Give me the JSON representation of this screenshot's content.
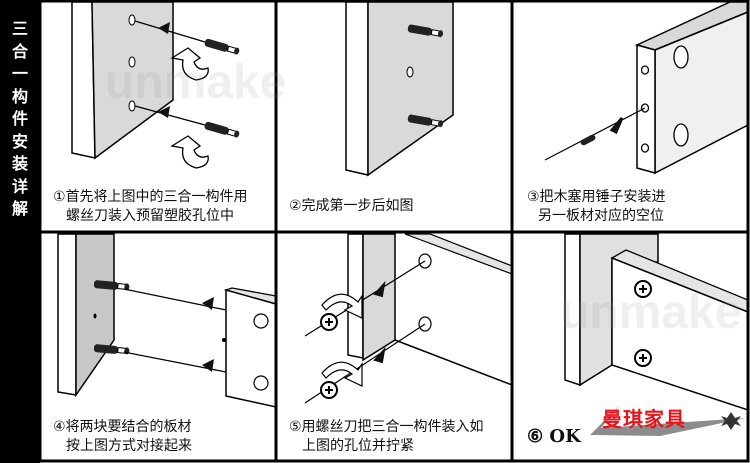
{
  "sidebar": {
    "title_chars": [
      "三",
      "合",
      "一",
      "构",
      "件",
      "安",
      "装",
      "详",
      "解"
    ]
  },
  "steps": [
    {
      "line1": "①首先将上图中的三合一构件用",
      "line2": "螺丝刀装入预留塑胶孔位中"
    },
    {
      "line1": "②完成第一步后如图",
      "line2": ""
    },
    {
      "line1": "③把木塞用锤子安装进",
      "line2": "另一板材对应的空位"
    },
    {
      "line1": "④将两块要结合的板材",
      "line2": "按上图方式对接起来"
    },
    {
      "line1": "⑤用螺丝刀把三合一构件装入如",
      "line2": "上图的孔位并拧紧"
    },
    {
      "line1": "⑥ OK",
      "line2": ""
    }
  ],
  "brand": {
    "name": "曼琪家具",
    "color": "#e8141b"
  },
  "watermark": "unmake",
  "colors": {
    "board_face": "#d9d9d9",
    "board_edge": "#ffffff",
    "line": "#000000",
    "sidebar": "#000000"
  }
}
